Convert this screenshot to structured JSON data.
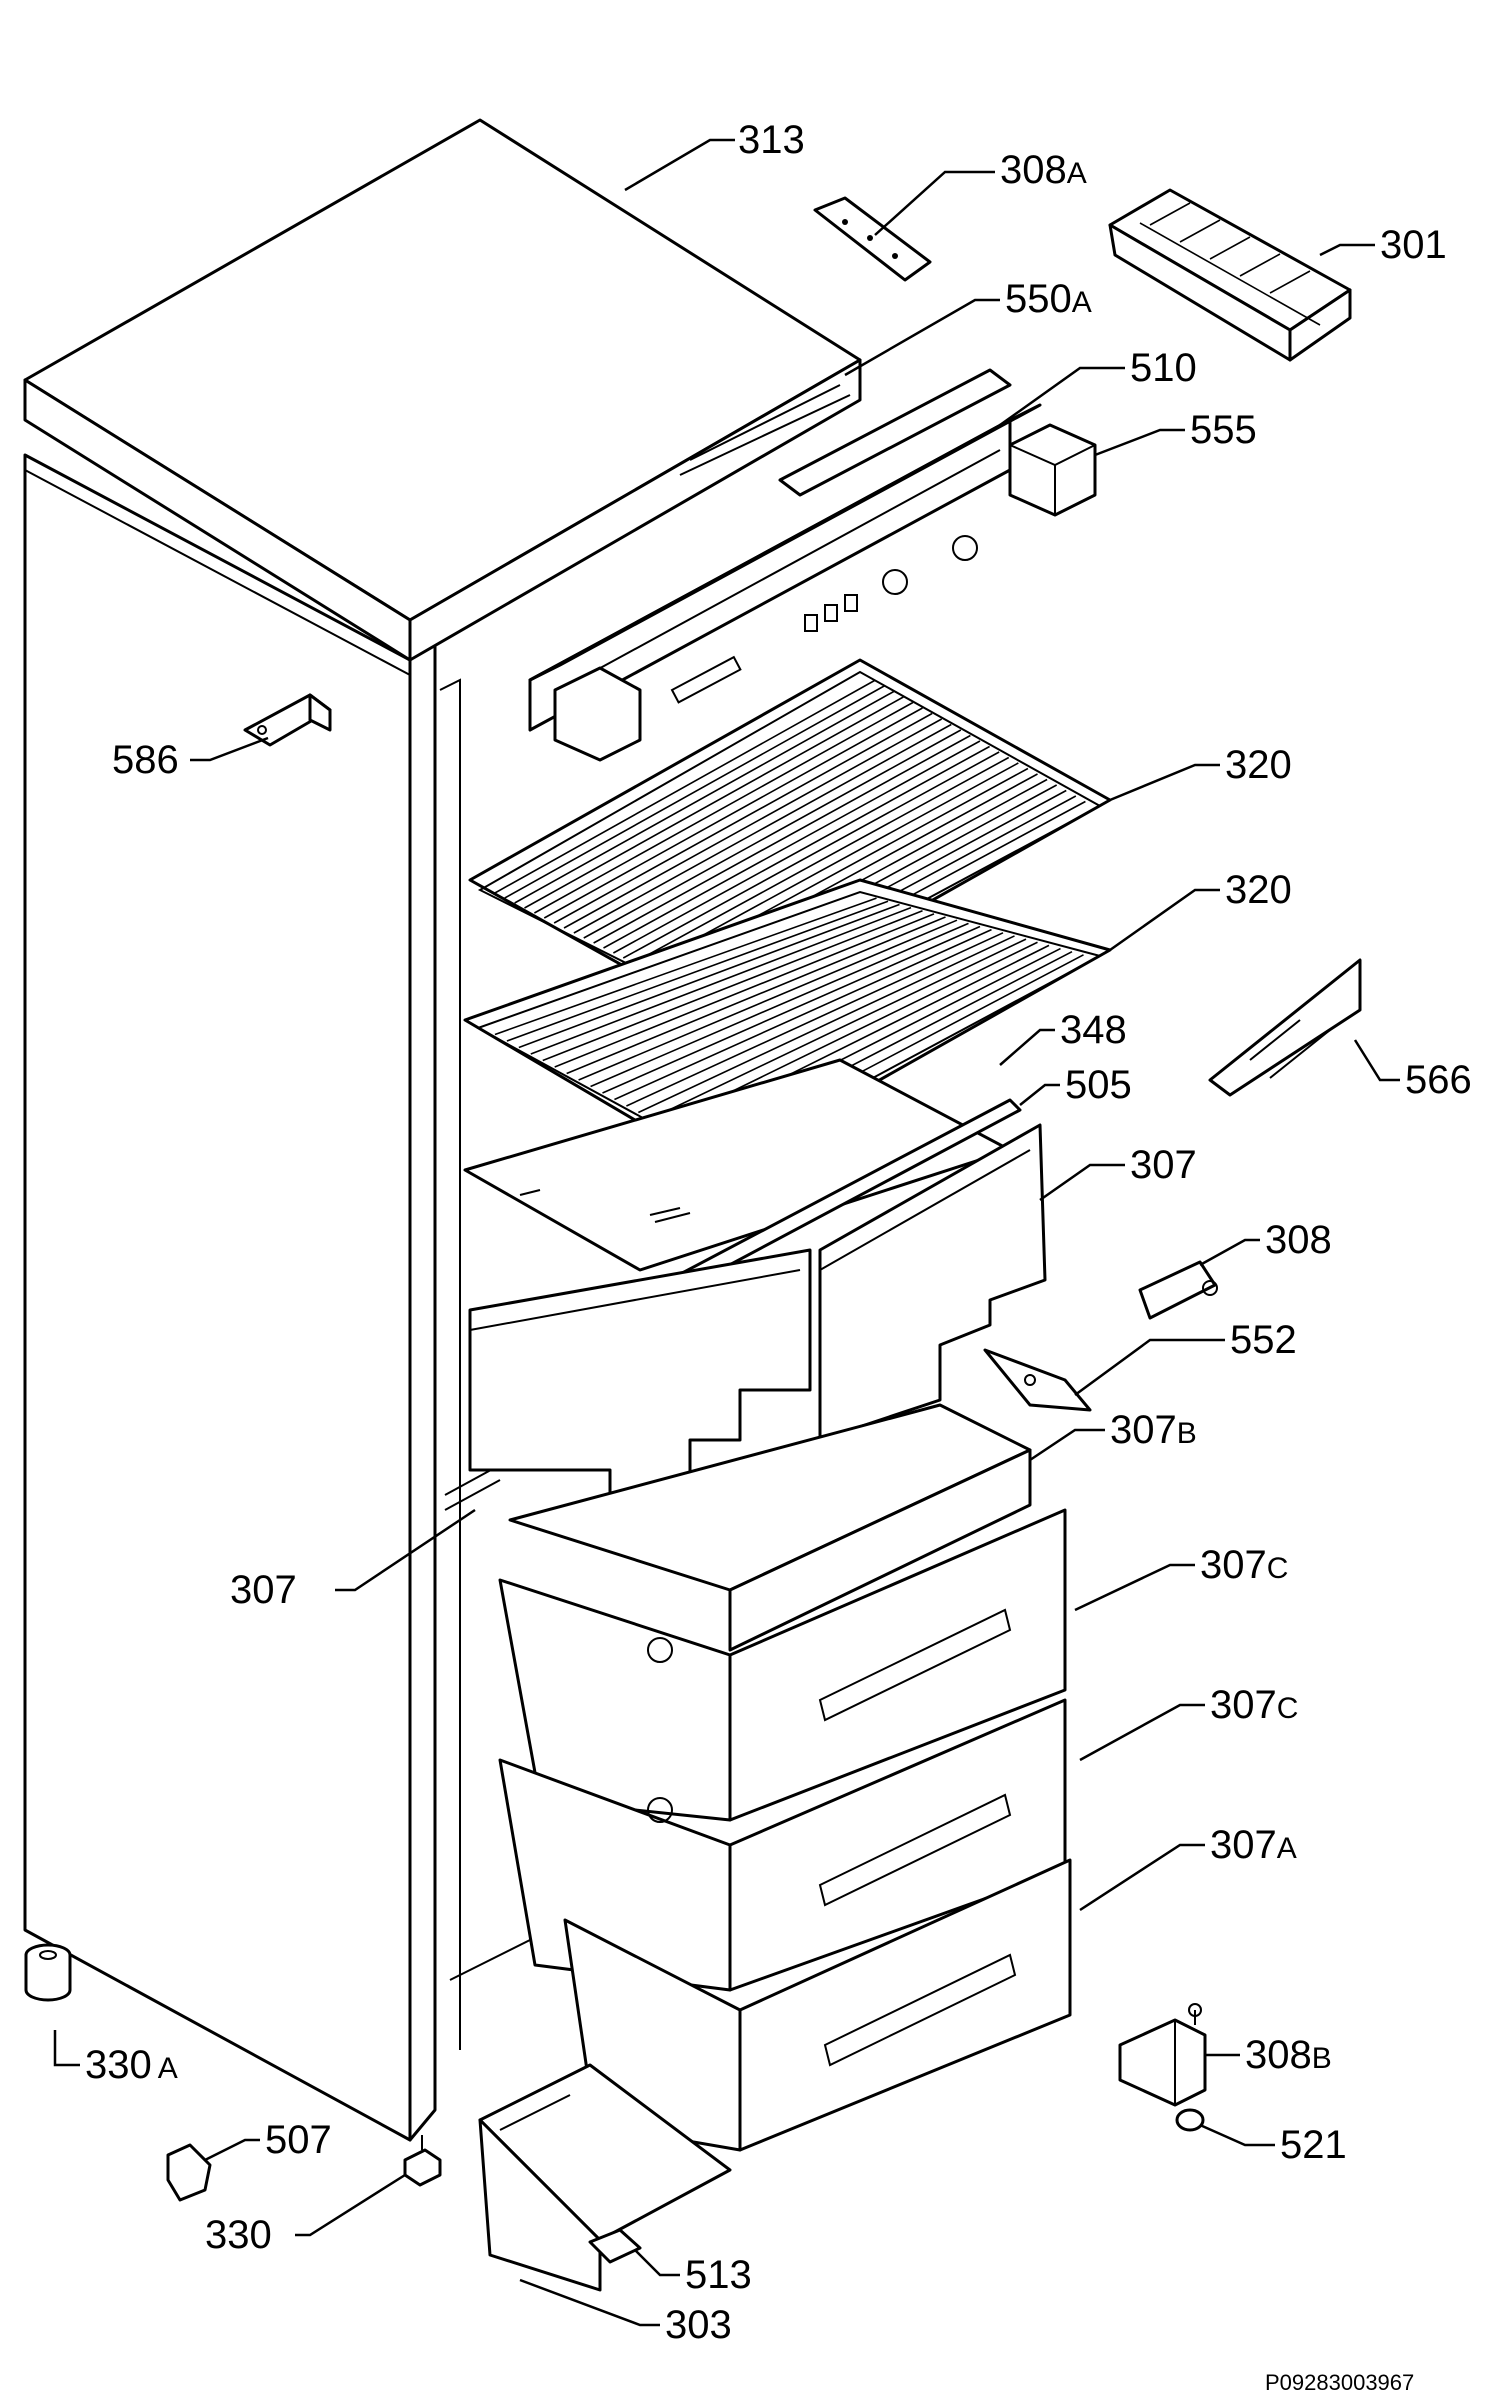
{
  "document_code": "P09283003967",
  "callouts": [
    {
      "id": "313",
      "text": "313"
    },
    {
      "id": "308a",
      "text": "308",
      "suffix": "A"
    },
    {
      "id": "301",
      "text": "301"
    },
    {
      "id": "550a",
      "text": "550",
      "suffix": "A"
    },
    {
      "id": "510",
      "text": "510"
    },
    {
      "id": "555",
      "text": "555"
    },
    {
      "id": "586",
      "text": "586"
    },
    {
      "id": "320a",
      "text": "320"
    },
    {
      "id": "320b",
      "text": "320"
    },
    {
      "id": "348",
      "text": "348"
    },
    {
      "id": "566",
      "text": "566"
    },
    {
      "id": "505",
      "text": "505"
    },
    {
      "id": "307a",
      "text": "307"
    },
    {
      "id": "308",
      "text": "308"
    },
    {
      "id": "552",
      "text": "552"
    },
    {
      "id": "307b",
      "text": "307",
      "suffix": "B"
    },
    {
      "id": "307",
      "text": "307"
    },
    {
      "id": "307c1",
      "text": "307",
      "suffix": "C"
    },
    {
      "id": "307c2",
      "text": "307",
      "suffix": "C"
    },
    {
      "id": "307A",
      "text": "307",
      "suffix": "A"
    },
    {
      "id": "330a",
      "text": "330",
      "suffix": "A"
    },
    {
      "id": "308b",
      "text": "308",
      "suffix": "B"
    },
    {
      "id": "507",
      "text": "507"
    },
    {
      "id": "521",
      "text": "521"
    },
    {
      "id": "330",
      "text": "330"
    },
    {
      "id": "513",
      "text": "513"
    },
    {
      "id": "303",
      "text": "303"
    }
  ]
}
